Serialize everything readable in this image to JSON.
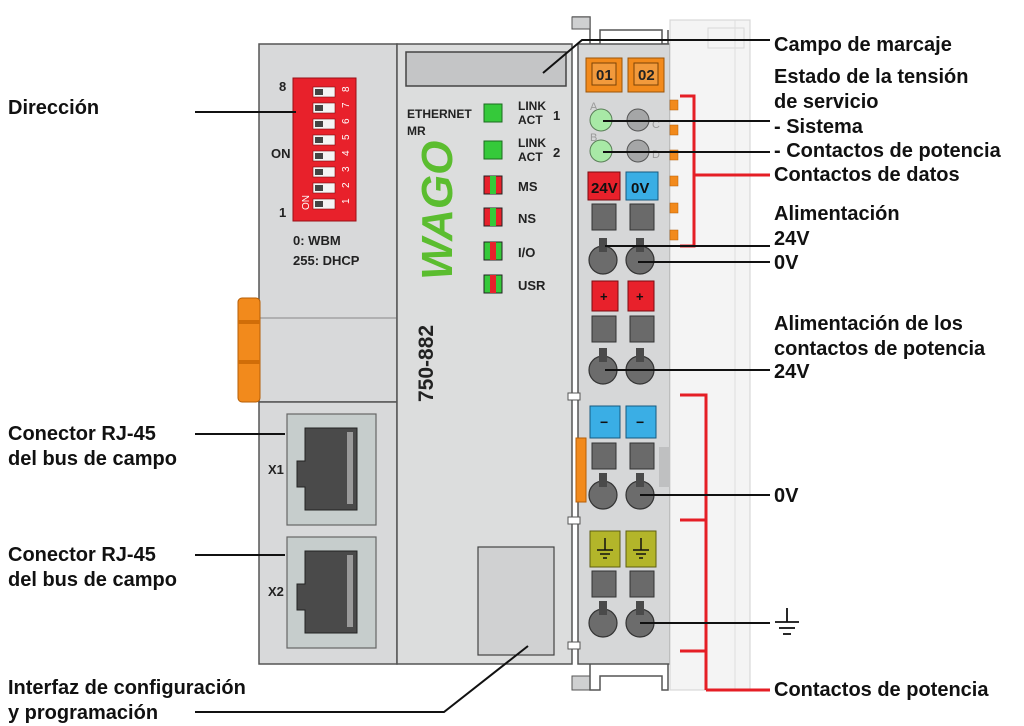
{
  "labels": {
    "direccion": "Dirección",
    "rj45_1": [
      "Conector RJ-45",
      "del bus de campo"
    ],
    "rj45_2": [
      "Conector RJ-45",
      "del bus de campo"
    ],
    "interfaz": [
      "Interfaz de configuración",
      "y programación"
    ],
    "campo_marcaje": "Campo de marcaje",
    "estado_tension": [
      "Estado de la tensión",
      "de servicio",
      "- Sistema",
      "- Contactos de potencia"
    ],
    "contactos_datos": "Contactos de datos",
    "alimentacion": [
      "Alimentación",
      "24V",
      "0V"
    ],
    "alim_potencia": [
      "Alimentación de los",
      "contactos de potencia",
      "24V"
    ],
    "zero_v": "0V",
    "contactos_potencia": "Contactos de potencia"
  },
  "device": {
    "dip_top": "8",
    "dip_on": "ON",
    "dip_bottom": "1",
    "dip_numbers": [
      "8",
      "7",
      "6",
      "5",
      "4",
      "3",
      "2",
      "1"
    ],
    "dip_on_vertical": "ON",
    "wbm": "0: WBM",
    "dhcp": "255: DHCP",
    "ethernet": "ETHERNET",
    "mr": "MR",
    "brand": "WAGO",
    "model": "750-882",
    "x1": "X1",
    "x2": "X2",
    "leds": [
      {
        "label": "LINK",
        "label2": "ACT",
        "port": "1"
      },
      {
        "label": "LINK",
        "label2": "ACT",
        "port": "2"
      },
      {
        "label": "MS"
      },
      {
        "label": "NS"
      },
      {
        "label": "I/O"
      },
      {
        "label": "USR"
      }
    ],
    "marker_1": "01",
    "marker_2": "02",
    "led_letters": [
      "A",
      "C",
      "B",
      "D"
    ],
    "terminal_24v": "24V",
    "terminal_0v": "0V",
    "plus": "+",
    "minus": "−"
  },
  "colors": {
    "body": "#d9dadb",
    "body_dark": "#b8b9ba",
    "red_dip": "#e8212b",
    "green_led": "#35c93a",
    "wago_green": "#5bbd2f",
    "orange": "#f28a1c",
    "blue": "#3aaee5",
    "red_line": "#e51e25",
    "earth": "#b3b52a"
  }
}
